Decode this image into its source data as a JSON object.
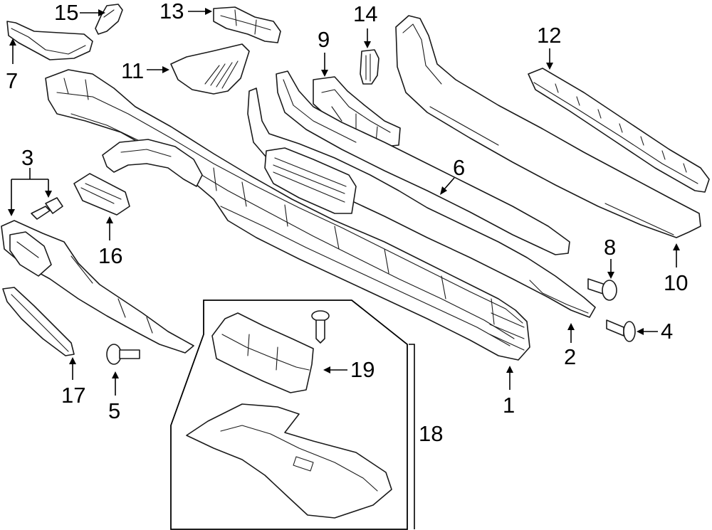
{
  "callouts": {
    "c1": "1",
    "c2": "2",
    "c3": "3",
    "c4": "4",
    "c5": "5",
    "c6": "6",
    "c7": "7",
    "c8": "8",
    "c9": "9",
    "c10": "10",
    "c11": "11",
    "c12": "12",
    "c13": "13",
    "c14": "14",
    "c15": "15",
    "c16": "16",
    "c17": "17",
    "c18": "18",
    "c19": "19"
  },
  "style": {
    "line_color": "#1a1a1a",
    "background": "#ffffff"
  }
}
